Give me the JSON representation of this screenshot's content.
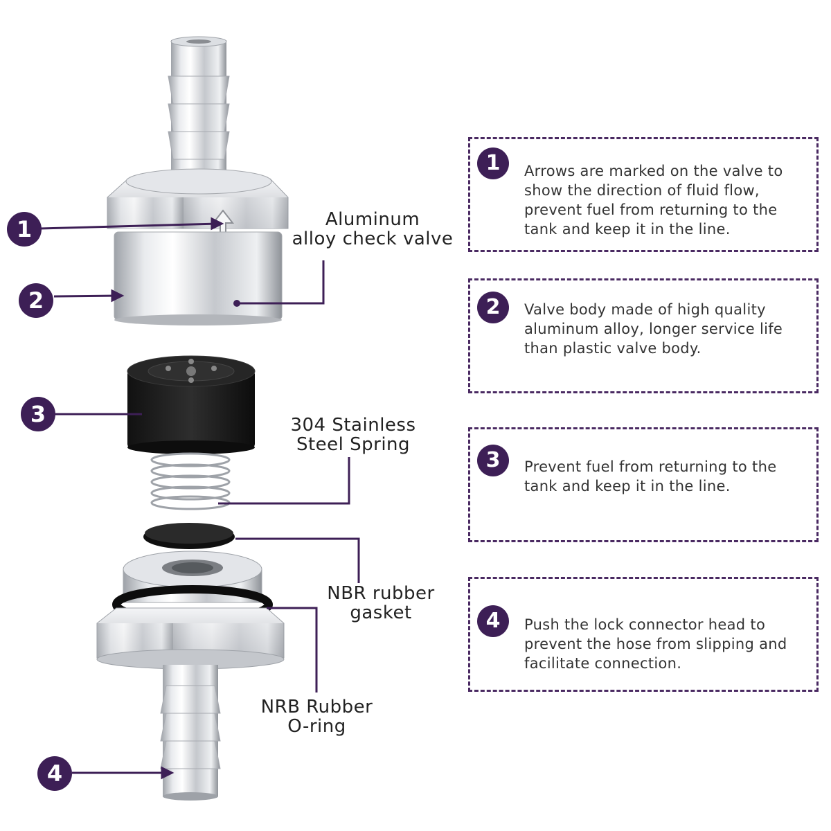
{
  "components": [
    {
      "number": "1",
      "description": "Arrows are marked on the valve to show the direction of fluid flow, prevent fuel from returning to the tank and keep it in the line."
    },
    {
      "number": "2",
      "description": "Valve body made of high quality aluminum alloy, longer service life than plastic valve body."
    },
    {
      "number": "3",
      "description": "Prevent fuel from returning to the tank and keep it in the line."
    },
    {
      "number": "4",
      "description": "Push the lock connector head to prevent the hose from slipping and facilitate connection."
    }
  ],
  "part_labels": {
    "check_valve": "Aluminum\nalloy check valve",
    "spring": "304 Stainless\nSteel Spring",
    "gasket": "NBR rubber\ngasket",
    "oring": "NRB Rubber\nO-ring"
  },
  "colors": {
    "accent": "#3d1f56",
    "metal": "#c9ccd2",
    "rubber": "#1a1a1a"
  }
}
